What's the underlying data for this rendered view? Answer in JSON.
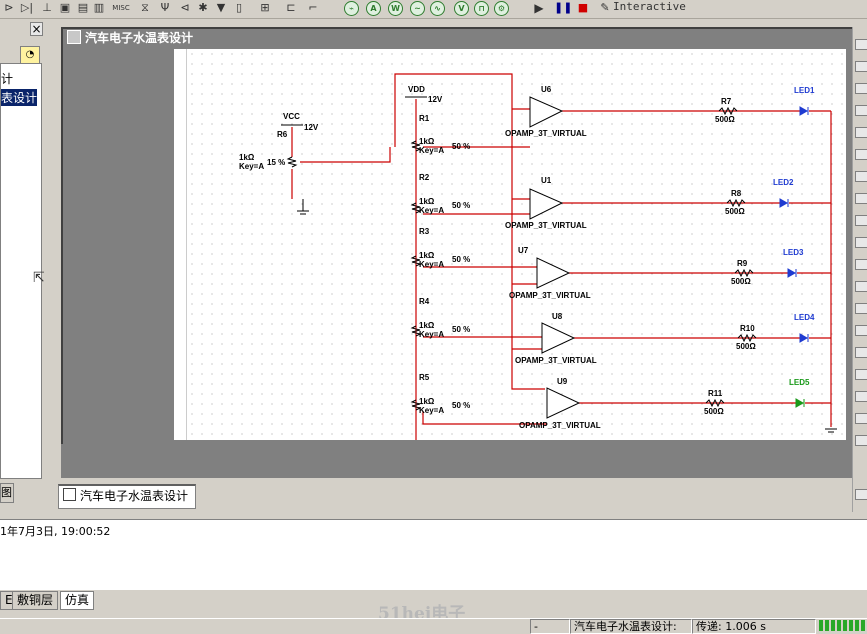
{
  "toolbar": {
    "interactive_label": "Interactive",
    "misc_label": "MISC",
    "icons": [
      "component-icon",
      "diode-icon",
      "transistor-icon",
      "ic-icon",
      "misc-icon",
      "antenna-icon",
      "gate-icon",
      "bus-icon",
      "probe-icon",
      "instrument-icon",
      "run-icon",
      "pause-icon",
      "stop-icon",
      "wrench-icon"
    ]
  },
  "left_panel": {
    "close_glyph": "×",
    "items": [
      "计",
      "表设计"
    ],
    "tab_label": "图"
  },
  "design_window": {
    "title": "汽车电子水温表设计"
  },
  "schematic": {
    "power_vdd": "VDD",
    "power_vdd_volt": "12V",
    "power_vcc": "VCC",
    "power_vcc_volt": "12V",
    "pot_r6": {
      "ref": "R6",
      "value": "1kΩ",
      "key": "Key=A",
      "pct": "15 %"
    },
    "pots": [
      {
        "ref": "R1",
        "value": "1kΩ",
        "key": "Key=A",
        "pct": "50 %"
      },
      {
        "ref": "R2",
        "value": "1kΩ",
        "key": "Key=A",
        "pct": "50 %"
      },
      {
        "ref": "R3",
        "value": "1kΩ",
        "key": "Key=A",
        "pct": "50 %"
      },
      {
        "ref": "R4",
        "value": "1kΩ",
        "key": "Key=A",
        "pct": "50 %"
      },
      {
        "ref": "R5",
        "value": "1kΩ",
        "key": "Key=A",
        "pct": "50 %"
      }
    ],
    "opamps": [
      {
        "ref": "U6",
        "model": "OPAMP_3T_VIRTUAL"
      },
      {
        "ref": "U1",
        "model": "OPAMP_3T_VIRTUAL"
      },
      {
        "ref": "U7",
        "model": "OPAMP_3T_VIRTUAL"
      },
      {
        "ref": "U8",
        "model": "OPAMP_3T_VIRTUAL"
      },
      {
        "ref": "U9",
        "model": "OPAMP_3T_VIRTUAL"
      }
    ],
    "resistors": [
      {
        "ref": "R7",
        "value": "500Ω"
      },
      {
        "ref": "R8",
        "value": "500Ω"
      },
      {
        "ref": "R9",
        "value": "500Ω"
      },
      {
        "ref": "R10",
        "value": "500Ω"
      },
      {
        "ref": "R11",
        "value": "500Ω"
      }
    ],
    "leds": [
      "LED1",
      "LED2",
      "LED3",
      "LED4",
      "LED5"
    ],
    "wire_color": "#cc0000",
    "part_color": "#000000",
    "led_color": "#1f3bd1",
    "led5_color": "#1a9a1a"
  },
  "tabs": {
    "doc_tab": "汽车电子水温表设计"
  },
  "output": {
    "log_line": "1年7月3日, 19:00:52"
  },
  "bottom_tabs": [
    "E",
    "敷铜层",
    "仿真"
  ],
  "watermark": "51hei电子",
  "status_bar": {
    "cell1": "-",
    "cell2": "汽车电子水温表设计:",
    "cell3": "传递: 1.006 s"
  }
}
